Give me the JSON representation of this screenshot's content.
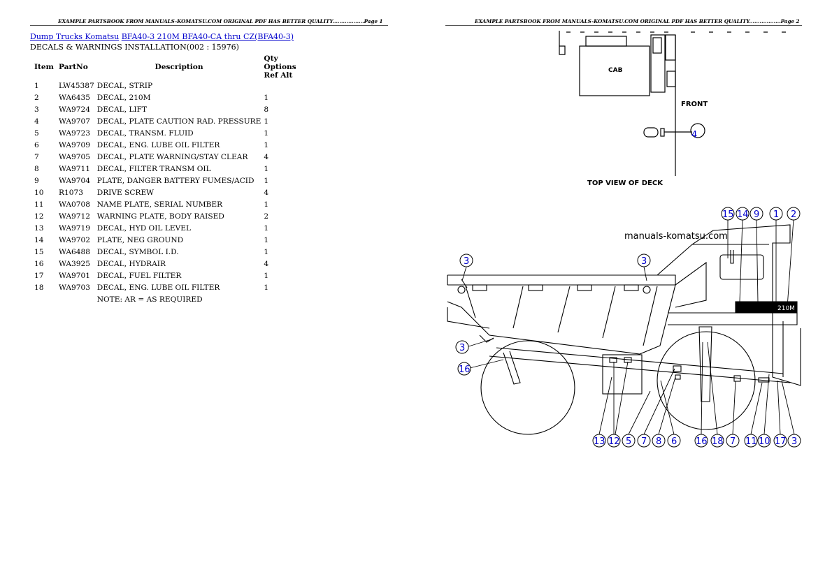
{
  "header_left": "EXAMPLE PARTSBOOK FROM MANUALS-KOMATSU.COM ORIGINAL PDF HAS BETTER QUALITY..................Page 1",
  "header_right": "EXAMPLE PARTSBOOK FROM MANUALS-KOMATSU.COM ORIGINAL PDF HAS BETTER QUALITY..................Page 2",
  "breadcrumb": {
    "link1": "Dump Trucks Komatsu",
    "link2": "BFA40-3 210M BFA40-CA thru CZ(BFA40-3)"
  },
  "subtitle": "DECALS & WARNINGS INSTALLATION(002 : 15976)",
  "table": {
    "headers": {
      "item": "Item",
      "partno": "PartNo",
      "description": "Description",
      "rest": "Qty Options Ref Alt"
    },
    "rows": [
      {
        "item": "1",
        "partno": "LW45387",
        "desc": "DECAL, STRIP",
        "qty": ""
      },
      {
        "item": "2",
        "partno": "WA6435",
        "desc": "DECAL, 210M",
        "qty": "1"
      },
      {
        "item": "3",
        "partno": "WA9724",
        "desc": "DECAL, LIFT",
        "qty": "8"
      },
      {
        "item": "4",
        "partno": "WA9707",
        "desc": "DECAL, PLATE CAUTION RAD. PRESSURE",
        "qty": "1"
      },
      {
        "item": "5",
        "partno": "WA9723",
        "desc": "DECAL, TRANSM. FLUID",
        "qty": "1"
      },
      {
        "item": "6",
        "partno": "WA9709",
        "desc": "DECAL, ENG. LUBE OIL FILTER",
        "qty": "1"
      },
      {
        "item": "7",
        "partno": "WA9705",
        "desc": "DECAL, PLATE WARNING/STAY CLEAR",
        "qty": "4"
      },
      {
        "item": "8",
        "partno": "WA9711",
        "desc": "DECAL, FILTER TRANSM OIL",
        "qty": "1"
      },
      {
        "item": "9",
        "partno": "WA9704",
        "desc": "PLATE, DANGER BATTERY FUMES/ACID",
        "qty": "1"
      },
      {
        "item": "10",
        "partno": "R1073",
        "desc": "DRIVE SCREW",
        "qty": "4"
      },
      {
        "item": "11",
        "partno": "WA0708",
        "desc": "NAME PLATE, SERIAL NUMBER",
        "qty": "1"
      },
      {
        "item": "12",
        "partno": "WA9712",
        "desc": "WARNING PLATE, BODY RAISED",
        "qty": "2"
      },
      {
        "item": "13",
        "partno": "WA9719",
        "desc": "DECAL, HYD OIL LEVEL",
        "qty": "1"
      },
      {
        "item": "14",
        "partno": "WA9702",
        "desc": "PLATE, NEG GROUND",
        "qty": "1"
      },
      {
        "item": "15",
        "partno": "WA6488",
        "desc": "DECAL, SYMBOL I.D.",
        "qty": "1"
      },
      {
        "item": "16",
        "partno": "WA3925",
        "desc": "DECAL, HYDRAIR",
        "qty": "4"
      },
      {
        "item": "17",
        "partno": "WA9701",
        "desc": "DECAL, FUEL FILTER",
        "qty": "1"
      },
      {
        "item": "18",
        "partno": "WA9703",
        "desc": "DECAL, ENG. LUBE OIL FILTER",
        "qty": "1"
      }
    ],
    "note": "NOTE: AR = AS REQUIRED"
  },
  "diagram": {
    "cab_label": "CAB",
    "front_label": "FRONT",
    "top_view_label": "TOP VIEW OF DECK",
    "watermark": "manuals-komatsu.com",
    "model_decal": "210M",
    "callouts_top": [
      "4"
    ],
    "callouts_upper": [
      "15",
      "14",
      "9",
      "1",
      "2"
    ],
    "callouts_side": [
      "3",
      "3",
      "3",
      "16"
    ],
    "callouts_bottom": [
      "13",
      "12",
      "5",
      "7",
      "8",
      "6",
      "16",
      "18",
      "7",
      "11",
      "10",
      "17",
      "3"
    ]
  },
  "colors": {
    "link": "#0000cc",
    "callout": "#0000cc"
  }
}
